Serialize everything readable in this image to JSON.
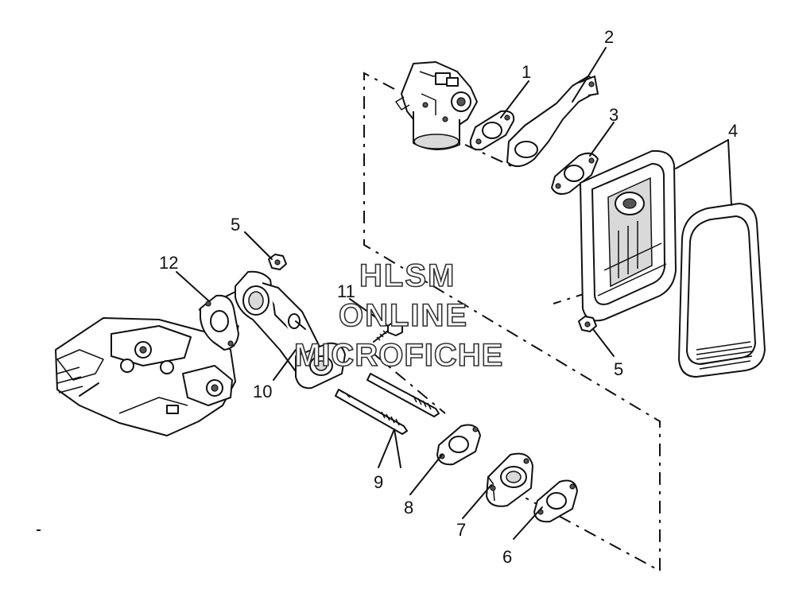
{
  "callouts": {
    "c1": "1",
    "c2": "2",
    "c3": "3",
    "c4": "4",
    "c5a": "5",
    "c5b": "5",
    "c6": "6",
    "c7": "7",
    "c8": "8",
    "c9": "9",
    "c10": "10",
    "c11": "11",
    "c12": "12"
  },
  "watermark": {
    "line1": "HLSM",
    "line2": "ONLINE",
    "line3": "MICROFICHE"
  }
}
